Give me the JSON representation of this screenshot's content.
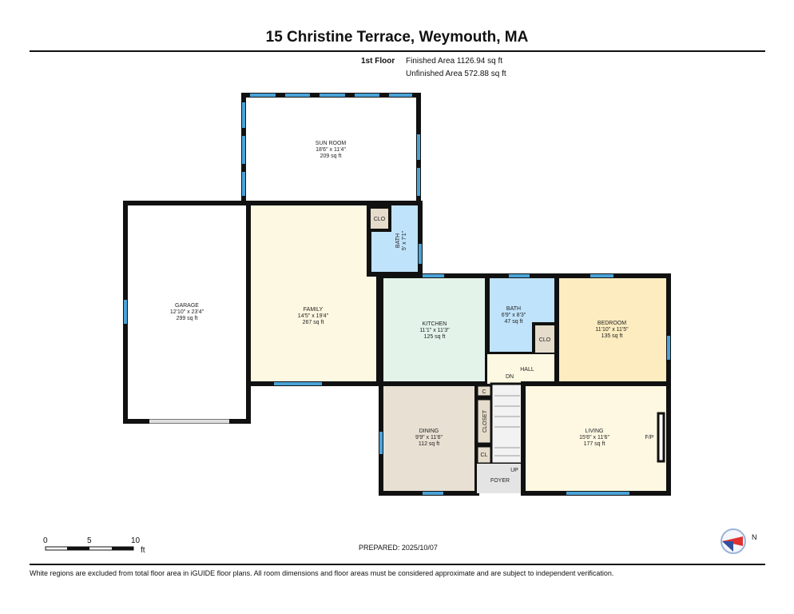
{
  "title": "15 Christine Terrace, Weymouth, MA",
  "floor": {
    "name": "1st Floor",
    "finished": "Finished Area 1126.94 sq ft",
    "unfinished": "Unfinished Area 572.88 sq ft"
  },
  "rooms": {
    "sunroom": {
      "name": "SUN ROOM",
      "dims": "18'6\" x 11'4\"",
      "area": "209 sq ft"
    },
    "garage": {
      "name": "GARAGE",
      "dims": "12'10\" x 23'4\"",
      "area": "299 sq ft"
    },
    "family": {
      "name": "FAMILY",
      "dims": "14'5\" x 19'4\"",
      "area": "267 sq ft"
    },
    "bath1": {
      "name": "BATH",
      "dims": "5' x 7'1\""
    },
    "clo1": {
      "name": "CLO"
    },
    "kitchen": {
      "name": "KITCHEN",
      "dims": "11'1\" x 11'3\"",
      "area": "125 sq ft"
    },
    "bath2": {
      "name": "BATH",
      "dims": "6'9\" x 8'3\"",
      "area": "47 sq ft"
    },
    "clo2": {
      "name": "CLO"
    },
    "bedroom": {
      "name": "BEDROOM",
      "dims": "11'10\" x 11'5\"",
      "area": "135 sq ft"
    },
    "hall": {
      "name": "HALL"
    },
    "dn": {
      "name": "DN"
    },
    "dining": {
      "name": "DINING",
      "dims": "9'9\" x 11'6\"",
      "area": "112 sq ft"
    },
    "c": {
      "name": "C"
    },
    "closet": {
      "name": "CLOSET"
    },
    "cl": {
      "name": "CL"
    },
    "up": {
      "name": "UP"
    },
    "foyer": {
      "name": "FOYER"
    },
    "living": {
      "name": "LIVING",
      "dims": "15'6\" x 11'6\"",
      "area": "177 sq ft"
    },
    "fp": {
      "name": "F/P"
    }
  },
  "scale": {
    "t0": "0",
    "t5": "5",
    "t10": "10",
    "unit": "ft"
  },
  "prepared": "PREPARED: 2025/10/07",
  "compass": "N",
  "footer": "White regions are excluded from total floor area in iGUIDE floor plans. All room dimensions and floor areas must be considered approximate and are subject to independent verification.",
  "colors": {
    "window": "#4aa3d8",
    "wall": "#111111"
  }
}
